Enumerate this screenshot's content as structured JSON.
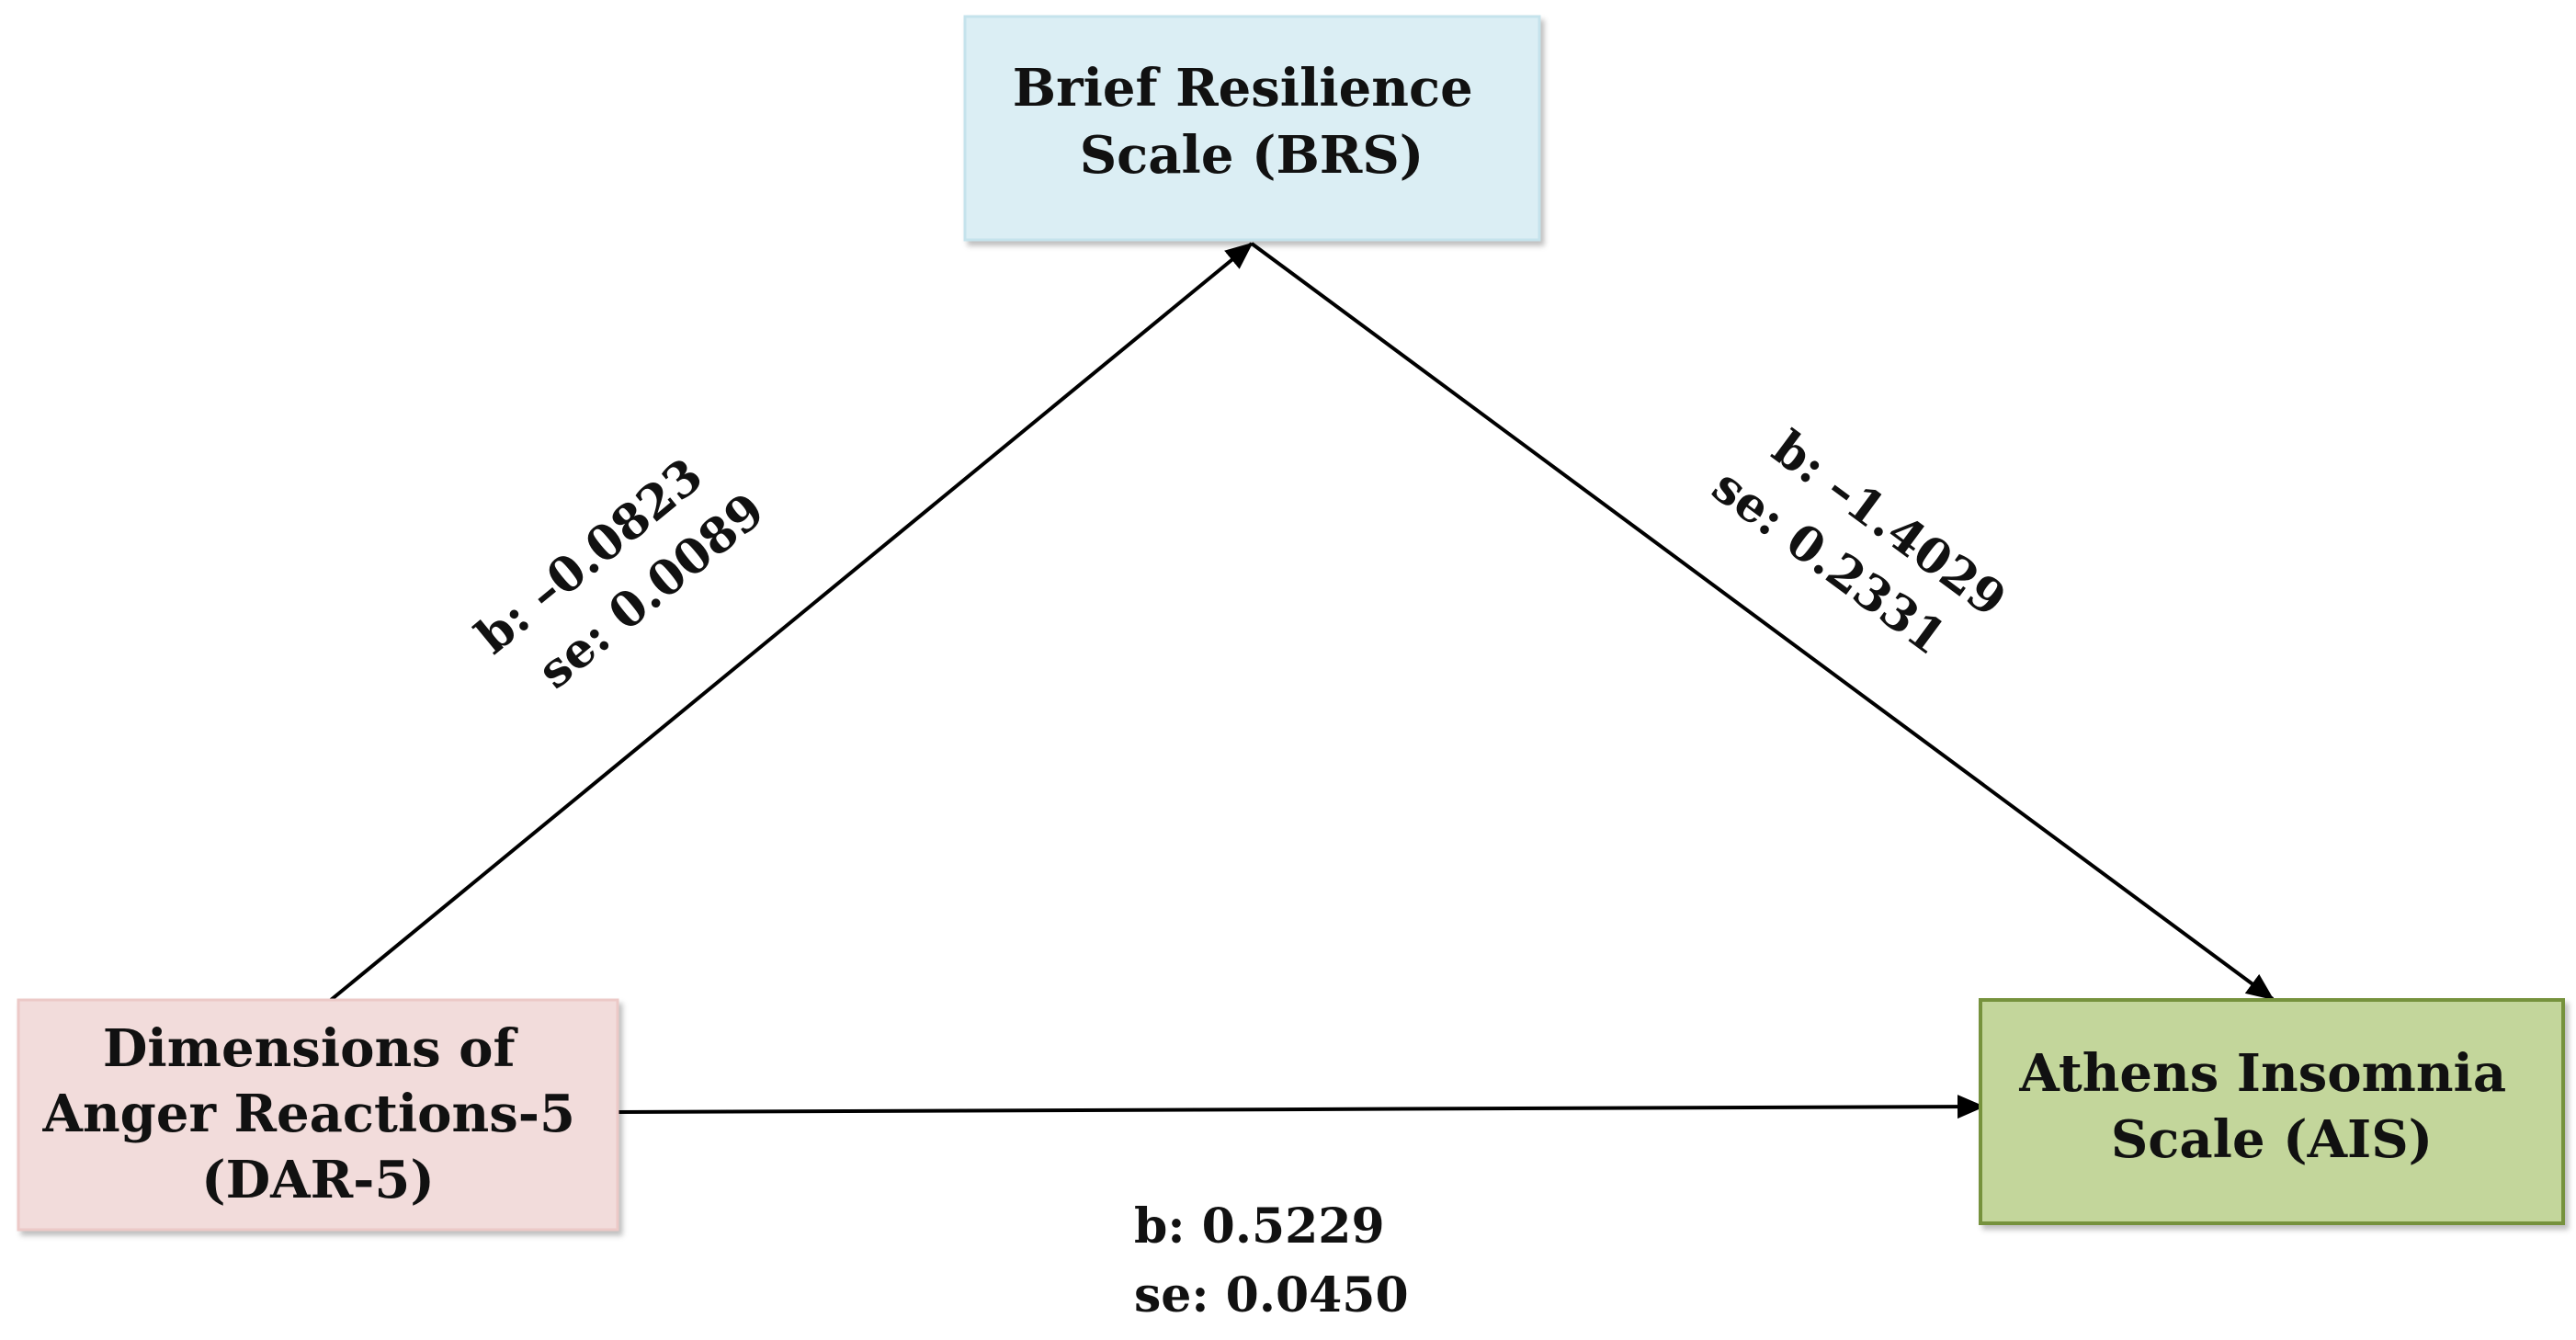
{
  "nodes": {
    "mediator": {
      "lines": [
        "Brief Resilience",
        "Scale (BRS)"
      ],
      "fill": "#dbeef4",
      "border": "#c5e3ec"
    },
    "predictor": {
      "lines": [
        "Dimensions of",
        "Anger Reactions-5",
        "(DAR-5)"
      ],
      "fill": "#f2dcdb",
      "border": "#ecc9c7"
    },
    "outcome": {
      "lines": [
        "Athens Insomnia",
        "Scale (AIS)"
      ],
      "fill": "#c3d69b",
      "border": "#76923c"
    }
  },
  "paths": {
    "a": {
      "b": "b: –0.0823",
      "se": "se: 0.0089"
    },
    "b": {
      "b": "b: –1.4029",
      "se": "se: 0.2331"
    },
    "c": {
      "b": "b: 0.5229",
      "se": "se: 0.0450"
    }
  }
}
